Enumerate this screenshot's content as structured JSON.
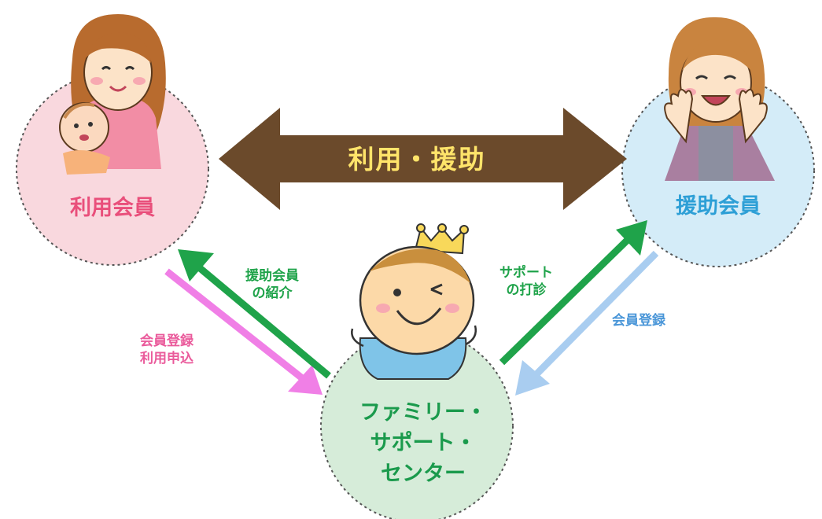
{
  "nodes": {
    "user": {
      "label": "利用会員",
      "color": "#e94f7b",
      "fill": "#f9d8de"
    },
    "helper": {
      "label": "援助会員",
      "color": "#2d9fd6",
      "fill": "#d4ecf8"
    },
    "center": {
      "lines": [
        "ファミリー・",
        "サポート・",
        "センター"
      ],
      "color": "#1a9a4c",
      "fill": "#d6ecd9"
    }
  },
  "main_arrow": {
    "label": "利用・援助",
    "color": "#6b4a2b",
    "text_color": "#ffe46a"
  },
  "edges": {
    "user_to_center": {
      "lines": [
        "会員登録",
        "利用申込"
      ],
      "color": "#f07fe6",
      "text_color": "#ea5a9b"
    },
    "center_to_user": {
      "lines": [
        "援助会員",
        "の紹介"
      ],
      "color": "#1fa34a",
      "text_color": "#1fa34a"
    },
    "center_to_helper": {
      "lines": [
        "サポート",
        "の打診"
      ],
      "color": "#1fa34a",
      "text_color": "#1fa34a"
    },
    "helper_to_center": {
      "lines": [
        "会員登録"
      ],
      "color": "#a9cdf0",
      "text_color": "#4a96d8"
    }
  }
}
